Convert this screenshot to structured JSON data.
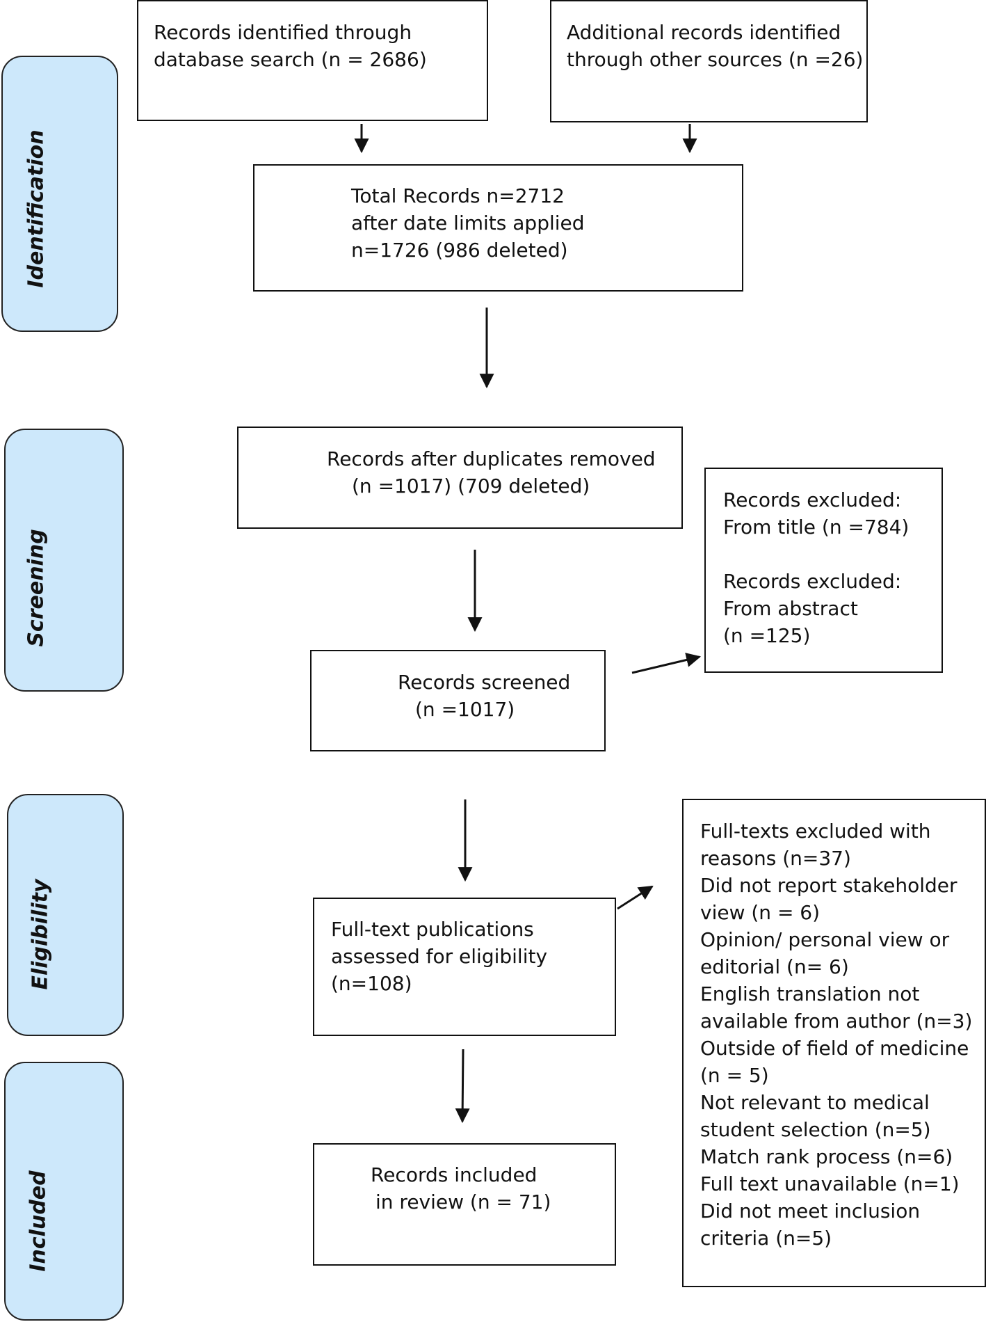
{
  "stages": {
    "identification": "Identification",
    "screening": "Screening",
    "eligibility": "Eligibility",
    "included": "Included"
  },
  "boxes": {
    "database_search": [
      "Records identified through",
      "database search (n = 2686)"
    ],
    "other_sources": [
      "Additional records identified",
      "through other sources (n =26)"
    ],
    "total_records": [
      "Total Records n=2712",
      "after date limits applied",
      "n=1726 (986 deleted)"
    ],
    "duplicates_removed": [
      "Records after duplicates removed",
      "(n =1017) (709 deleted)"
    ],
    "records_excluded": [
      "Records excluded:",
      "From title (n =784)",
      "",
      "Records excluded:",
      "From abstract",
      "(n =125)"
    ],
    "records_screened": [
      "Records screened",
      "(n =1017)"
    ],
    "full_text_assessed": [
      "Full-text publications",
      "assessed for eligibility",
      "(n=108)"
    ],
    "full_text_excluded": [
      "Full-texts excluded with",
      "reasons (n=37)",
      "Did not report stakeholder",
      "view (n = 6)",
      "Opinion/ personal view or",
      "editorial (n= 6)",
      "English translation not",
      "available from author (n=3)",
      "Outside of field of medicine",
      "(n = 5)",
      "Not relevant to medical",
      "student selection (n=5)",
      "Match rank process (n=6)",
      "Full text unavailable (n=1)",
      "Did not meet inclusion",
      "criteria  (n=5)"
    ],
    "records_included": [
      "Records included",
      "in review (n = 71)"
    ]
  }
}
